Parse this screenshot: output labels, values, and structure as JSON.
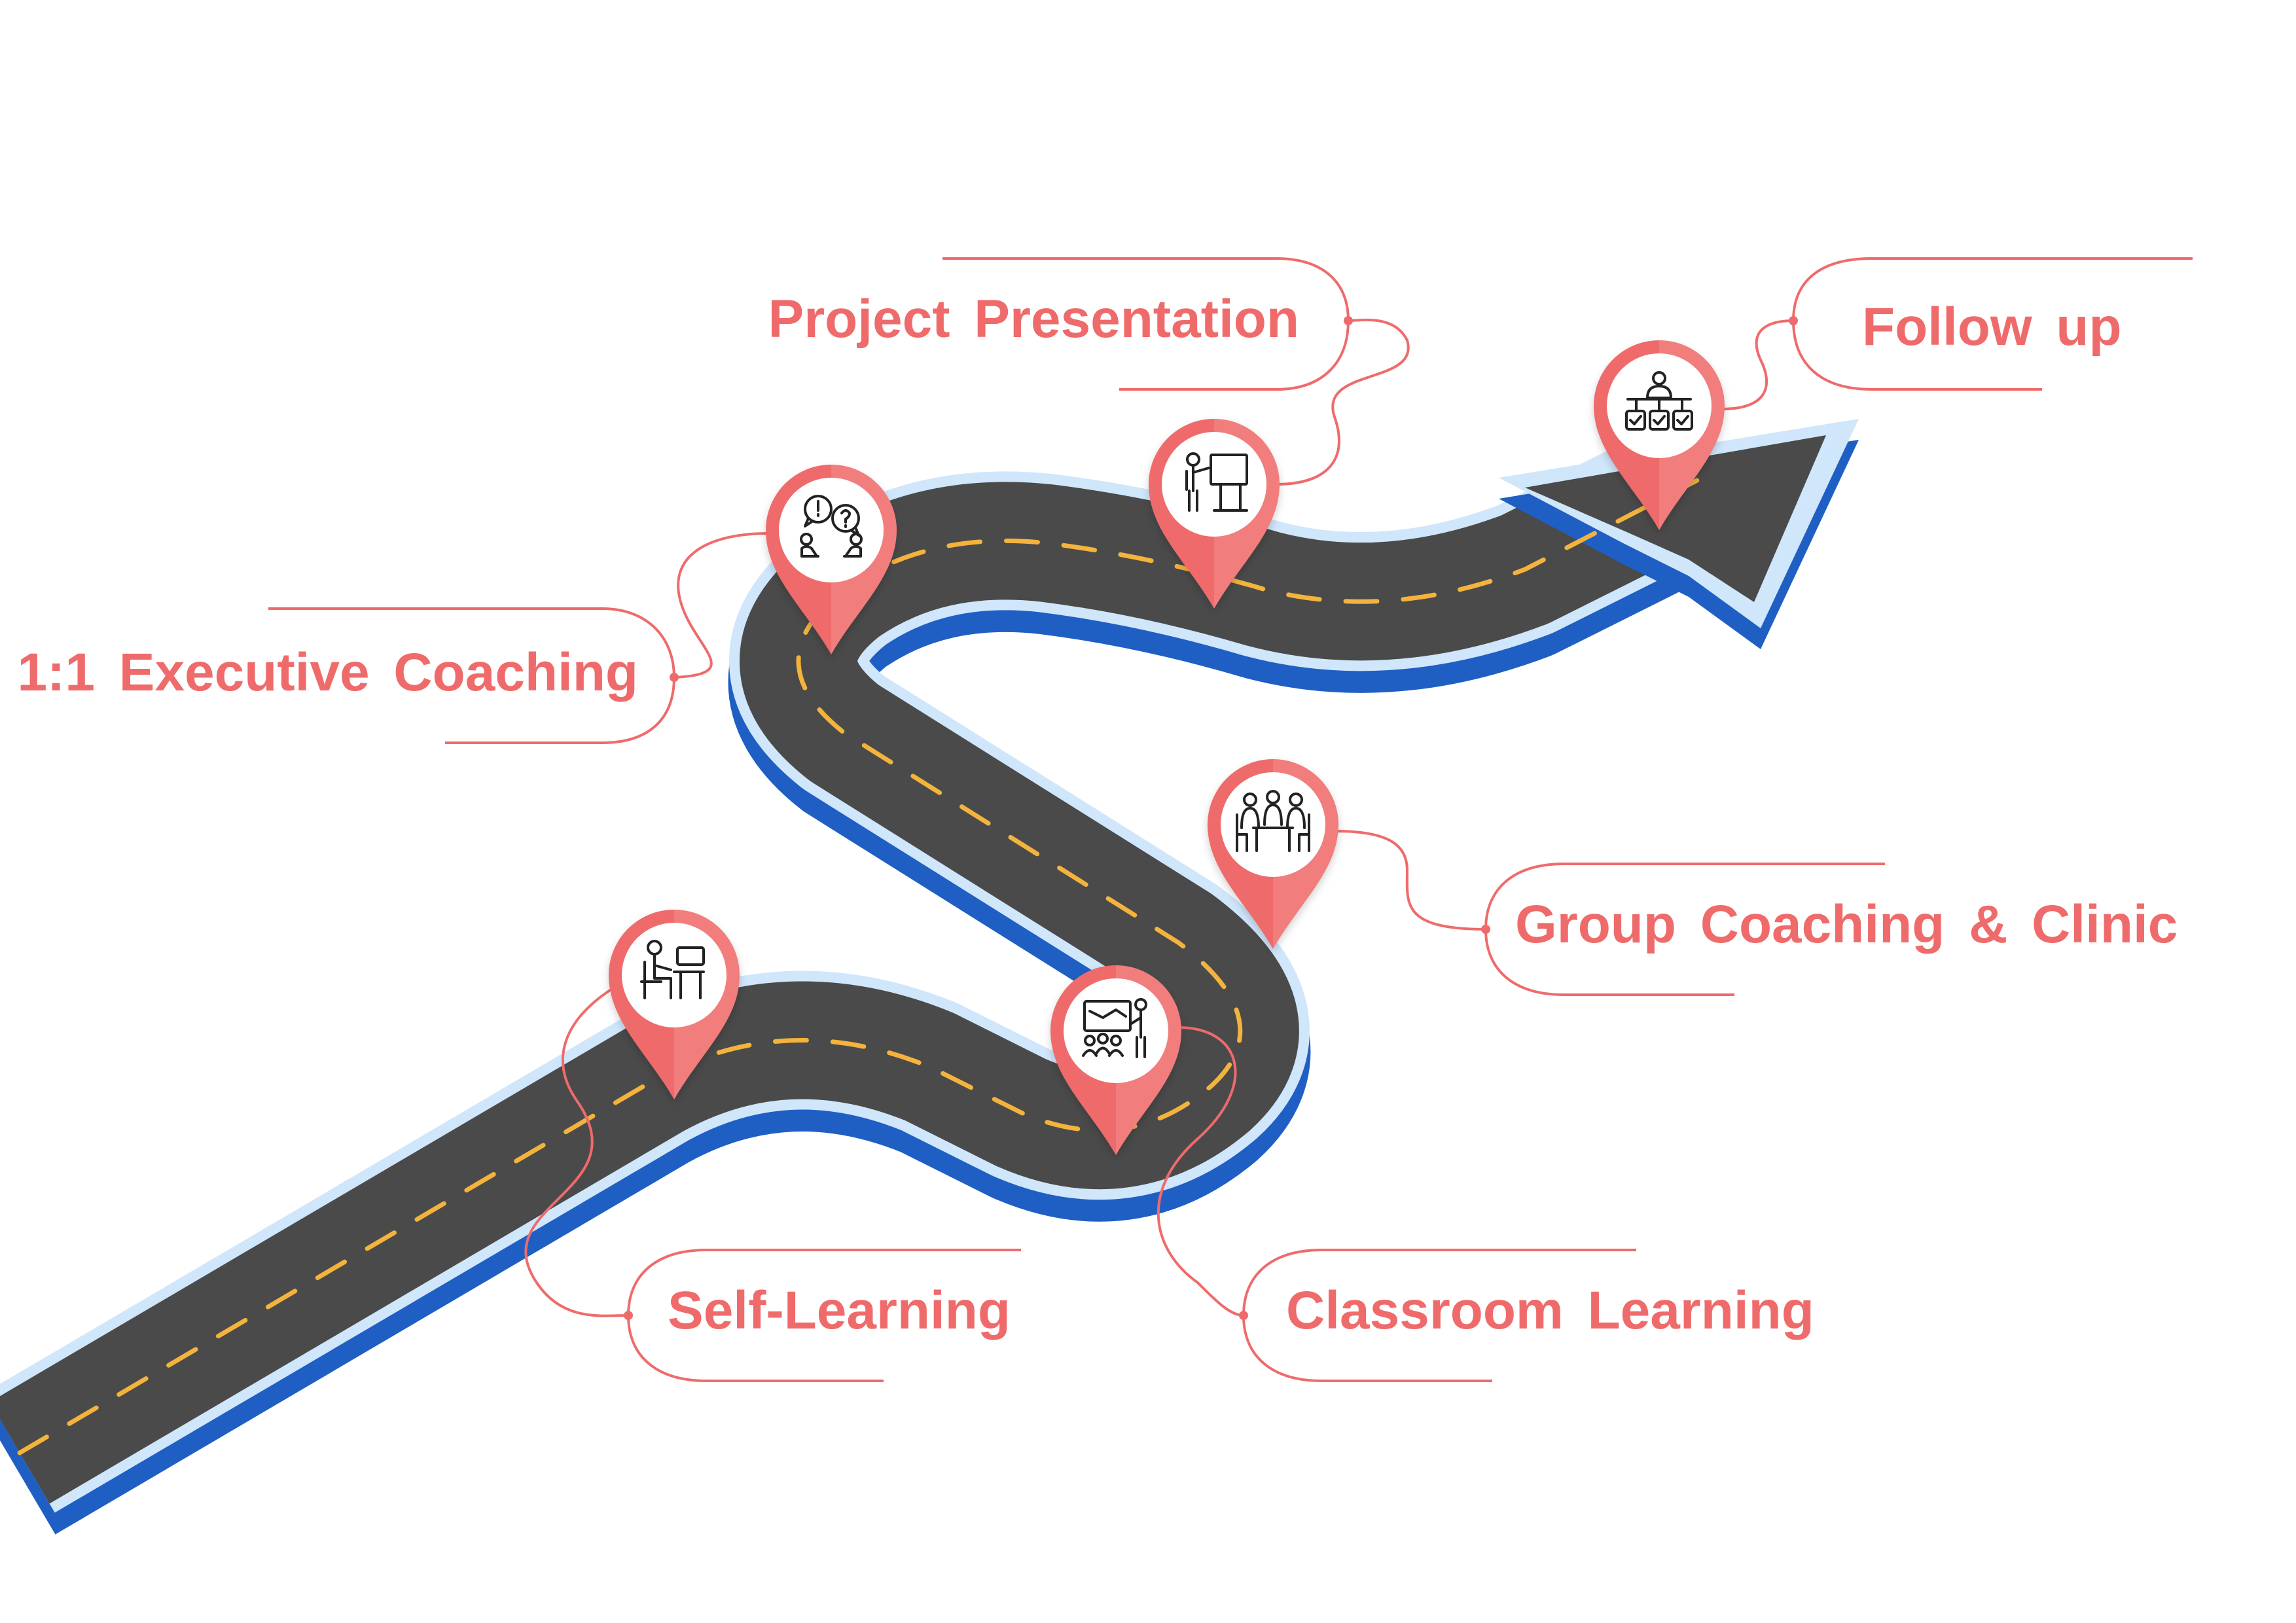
{
  "colors": {
    "accent": "#ef6b6b",
    "road": "#4a4a4a",
    "road_edge": "#1f5fc4",
    "road_rim": "#cfe6fb",
    "lane": "#f3b33d",
    "background": "#ffffff"
  },
  "milestones": [
    {
      "id": "self-learning",
      "label": "Self-Learning",
      "icon": "person-at-desk-icon"
    },
    {
      "id": "classroom-learning",
      "label": "Classroom Learning",
      "icon": "classroom-presenter-icon"
    },
    {
      "id": "group-coaching",
      "label": "Group Coaching & Clinic",
      "icon": "group-meeting-table-icon"
    },
    {
      "id": "executive-coaching",
      "label": "1:1 Executive Coaching",
      "icon": "two-people-conversation-icon"
    },
    {
      "id": "project-presentation",
      "label": "Project Presentation",
      "icon": "presenter-at-board-icon"
    },
    {
      "id": "follow-up",
      "label": "Follow up",
      "icon": "checklist-person-icon"
    }
  ]
}
